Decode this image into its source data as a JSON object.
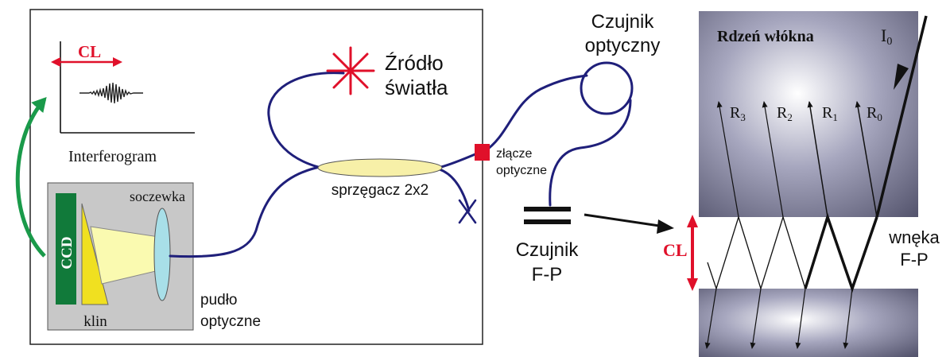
{
  "labels": {
    "cl_top": "CL",
    "interferogram": "Interferogram",
    "ccd": "CCD",
    "klin": "klin",
    "soczewka": "soczewka",
    "pudlo_line1": "pudło",
    "pudlo_line2": "optyczne",
    "zrodlo_line1": "Źródło",
    "zrodlo_line2": "światła",
    "sprzegacz": "sprzęgacz 2x2",
    "zlacze_line1": "złącze",
    "zlacze_line2": "optyczne",
    "czujnik_opt_line1": "Czujnik",
    "czujnik_opt_line2": "optyczny",
    "czujnik_fp_line1": "Czujnik",
    "czujnik_fp_line2": "F-P",
    "rdzen": "Rdzeń włókna",
    "i0": "I",
    "i0_sub": "0",
    "r3": "R",
    "r3_sub": "3",
    "r2": "R",
    "r2_sub": "2",
    "r1": "R",
    "r1_sub": "1",
    "r0": "R",
    "r0_sub": "0",
    "cl_right": "CL",
    "wneka_line1": "wnęka",
    "wneka_line2": "F-P"
  },
  "colors": {
    "fiber": "#1f1f7a",
    "accent_red": "#e0102a",
    "green": "#1a9a4a",
    "ccd_green": "#117a3a",
    "wedge_yellow": "#f0e020",
    "beam_yellow": "#fafab0",
    "lens_blue": "#a8dfe8",
    "coupler_yellow": "#f7f0a8",
    "box_grey": "#c8c8c8",
    "frame": "#222222"
  }
}
